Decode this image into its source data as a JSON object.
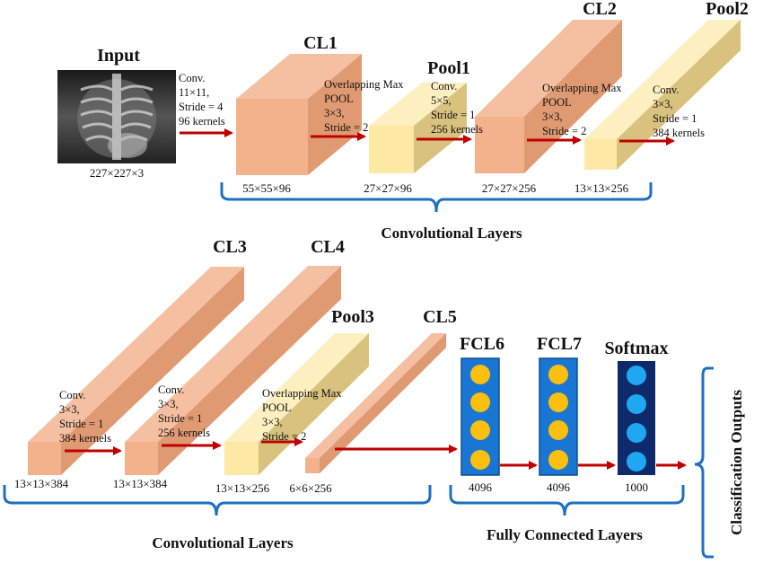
{
  "colors": {
    "conv_front": "#f3b18c",
    "conv_top": "#f5c0a2",
    "conv_side": "#e09a72",
    "pool_front": "#fde9a4",
    "pool_top": "#fdf0c0",
    "pool_side": "#d9c27e",
    "arrow": "#c00000",
    "brace": "#1f6fc2",
    "fc_rect": "#1976d2",
    "fc_node": "#fbbf0f",
    "softmax_rect": "#0e2a6b",
    "softmax_node": "#1fa7f2"
  },
  "input": {
    "title": "Input",
    "dims": "227×227×3",
    "image_desc_icon": "xray-image-icon"
  },
  "row1": {
    "cl1": {
      "title": "CL1",
      "dims": "55×55×96"
    },
    "pool1": {
      "title": "Pool1",
      "dims": "27×27×96"
    },
    "cl2": {
      "title": "CL2",
      "dims": "27×27×256"
    },
    "pool2": {
      "title": "Pool2",
      "dims": "13×13×256"
    },
    "op_input_cl1": [
      "Conv.",
      "11×11,",
      "Stride = 4",
      "96 kernels"
    ],
    "op_cl1_pool1": [
      "Overlapping Max",
      "POOL",
      "3×3,",
      "Stride = 2"
    ],
    "op_pool1_cl2": [
      "Conv.",
      "5×5,",
      "Stride = 1",
      "256 kernels"
    ],
    "op_cl2_pool2": [
      "Overlapping Max",
      "POOL",
      "3×3,",
      "Stride = 2"
    ],
    "op_pool2_out": [
      "Conv.",
      "3×3,",
      "Stride = 1",
      "384 kernels"
    ],
    "group_label": "Convolutional Layers"
  },
  "row2": {
    "cl3": {
      "title": "CL3",
      "dims": "13×13×384"
    },
    "cl4": {
      "title": "CL4",
      "dims": "13×13×384"
    },
    "pool3": {
      "title": "Pool3",
      "dims": "13×13×256"
    },
    "cl5": {
      "title": "CL5",
      "dims": "6×6×256"
    },
    "op_in_cl3": [
      "Conv.",
      "3×3,",
      "Stride = 1",
      "384 kernels"
    ],
    "op_cl3_cl4": [
      "Conv.",
      "3×3,",
      "Stride = 1",
      "256 kernels"
    ],
    "op_cl4_pool3": [
      "Overlapping Max",
      "POOL",
      "3×3,",
      "Stride = 2"
    ],
    "group_label": "Convolutional Layers"
  },
  "fc": {
    "fcl6": {
      "title": "FCL6",
      "units": "4096"
    },
    "fcl7": {
      "title": "FCL7",
      "units": "4096"
    },
    "softmax": {
      "title": "Softmax",
      "units": "1000"
    },
    "group_label": "Fully Connected Layers"
  },
  "outputs_label": "Classification Outputs"
}
